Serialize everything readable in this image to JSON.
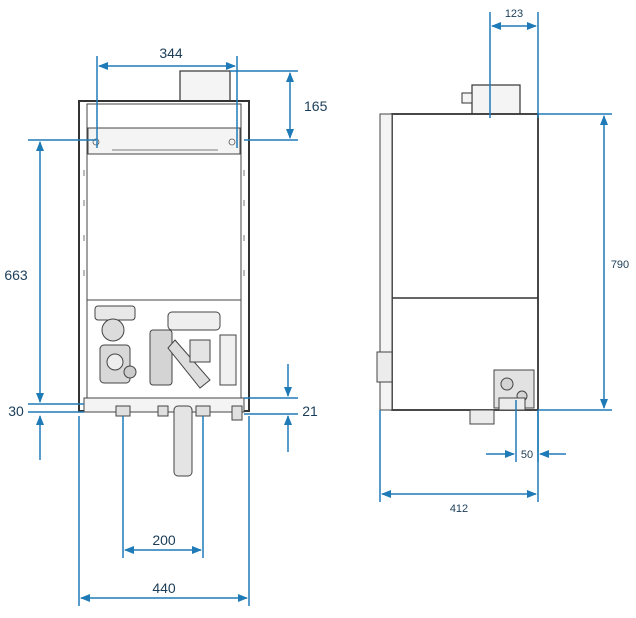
{
  "colors": {
    "dimension_line": "#1f7ab8",
    "dimension_text": "#1b3d57",
    "outline": "#333333",
    "fill_light": "#f4f4f4",
    "fill_panel": "#ececec"
  },
  "front_view": {
    "dim_width_top": "344",
    "dim_flue_height": "165",
    "dim_height": "663",
    "dim_bottom_left": "30",
    "dim_bottom_right": "21",
    "dim_pipe_spacing": "200",
    "dim_total_width": "440"
  },
  "side_view": {
    "dim_flue_width": "123",
    "dim_height": "790",
    "dim_connection": "50",
    "dim_depth": "412"
  }
}
